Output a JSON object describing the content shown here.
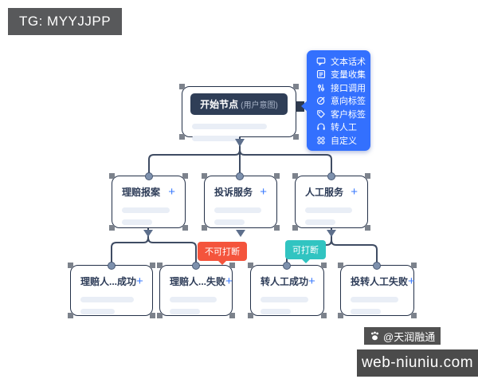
{
  "tag": {
    "label": "TG: MYYJJPP"
  },
  "node_menu": {
    "items": [
      {
        "label": "文本话术",
        "icon": "speech-bubble-icon"
      },
      {
        "label": "变量收集",
        "icon": "variable-collect-icon"
      },
      {
        "label": "接口调用",
        "icon": "api-sliders-icon"
      },
      {
        "label": "意向标签",
        "icon": "intent-tag-icon"
      },
      {
        "label": "客户标签",
        "icon": "customer-tag-icon"
      },
      {
        "label": "转人工",
        "icon": "transfer-agent-icon"
      },
      {
        "label": "自定义",
        "icon": "custom-grid-icon"
      }
    ]
  },
  "flow": {
    "start_node": {
      "title": "开始节点",
      "subtitle": "(用户意图)"
    },
    "intent_nodes": [
      {
        "title": "理赔报案"
      },
      {
        "title": "投诉服务"
      },
      {
        "title": "人工服务"
      }
    ],
    "leaf_nodes": [
      {
        "title": "理赔人...成功"
      },
      {
        "title": "理赔人...失败"
      },
      {
        "title": "转人工成功"
      },
      {
        "title": "投转人工失败"
      }
    ],
    "edge_badges": [
      {
        "label": "不可打断",
        "type": "non-interruptible"
      },
      {
        "label": "可打断",
        "type": "interruptible"
      }
    ]
  },
  "ui": {
    "add_label": "+"
  },
  "watermarks": {
    "brand": "@天润融通",
    "site": "web-niuniu.com"
  },
  "palette": {
    "accent_blue": "#3370fe",
    "node_border": "#233048",
    "start_header_bg": "#2f3e57",
    "wire": "#3f4c63",
    "port_dot": "#7e91ad",
    "badge_red": "#f4543c",
    "badge_teal": "#31c4c1",
    "tag_bg": "#58595b",
    "watermark_bg": "#4b4b4b",
    "skeleton": "#e9eef6"
  }
}
